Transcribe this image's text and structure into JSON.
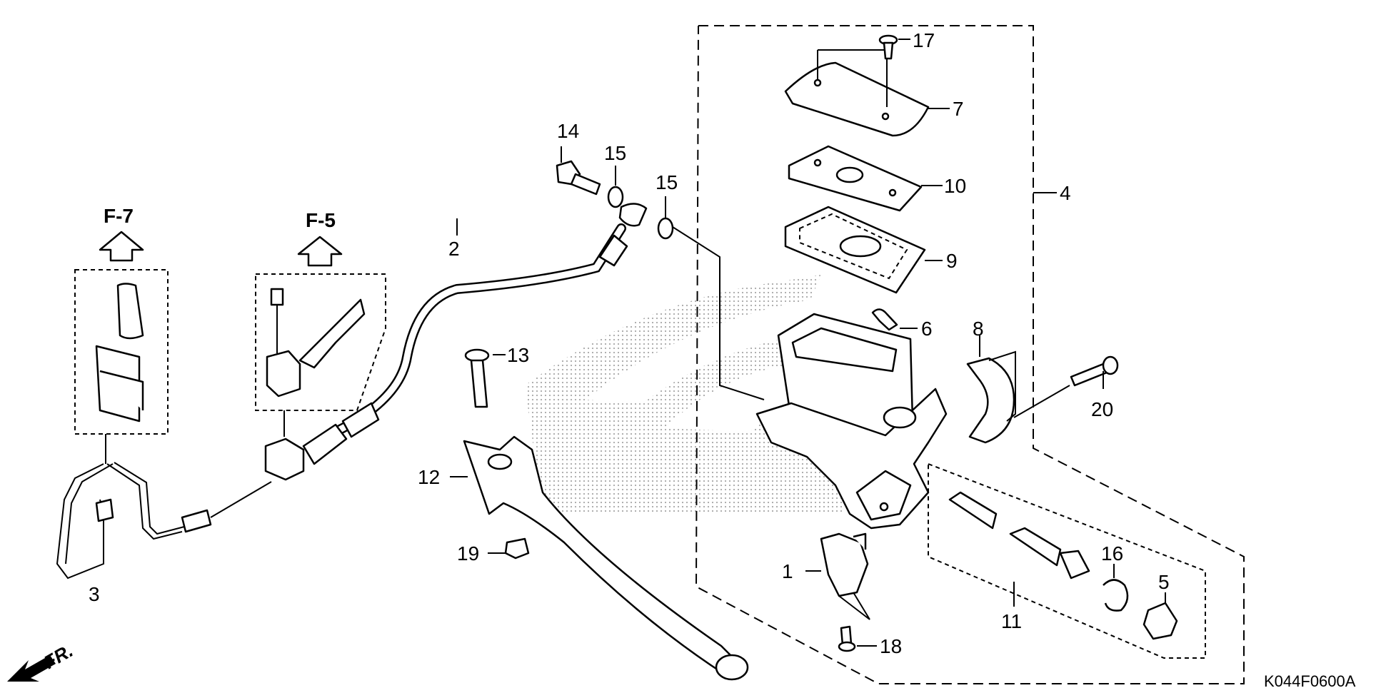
{
  "diagram": {
    "code": "K044F0600A",
    "fr_label": "FR.",
    "ref_labels": [
      "F-7",
      "F-5"
    ],
    "callouts": {
      "c1": "1",
      "c2": "2",
      "c3": "3",
      "c4": "4",
      "c5": "5",
      "c6": "6",
      "c7": "7",
      "c8": "8",
      "c9": "9",
      "c10": "10",
      "c11": "11",
      "c12": "12",
      "c13": "13",
      "c14": "14",
      "c15a": "15",
      "c15b": "15",
      "c16": "16",
      "c17": "17",
      "c18": "18",
      "c19": "19",
      "c20": "20"
    }
  },
  "colors": {
    "line": "#000000",
    "background": "#ffffff",
    "watermark": "#9a9a9a"
  },
  "icons": {
    "up_arrow": "up-arrow-icon",
    "front_arrow": "front-arrow-icon"
  }
}
